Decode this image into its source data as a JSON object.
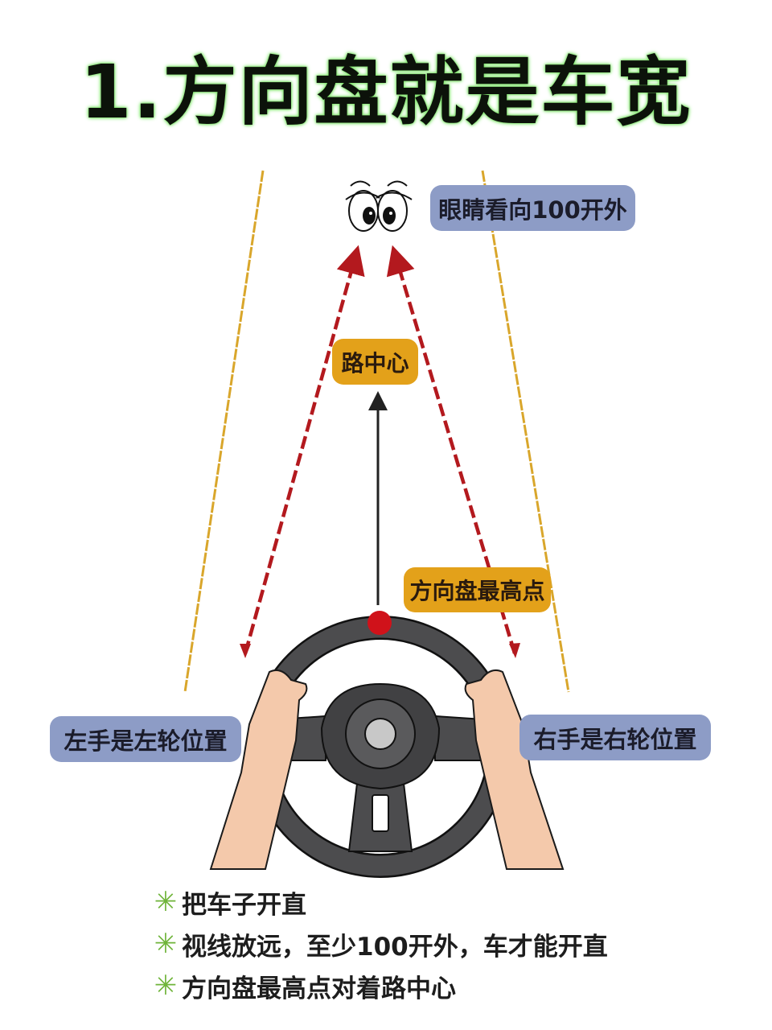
{
  "title": "1.方向盘就是车宽",
  "labels": {
    "eyes_target": "眼睛看向100开外",
    "road_center": "路中心",
    "wheel_top": "方向盘最高点",
    "left_hand": "左手是左轮位置",
    "right_hand": "右手是右轮位置"
  },
  "icons": {
    "eyes": "cartoon-eyes",
    "steering_wheel": "steering-wheel",
    "hands": "hands-on-wheel",
    "bullet": "green-asterisk"
  },
  "bullets": [
    {
      "marker": "✳",
      "text": "把车子开直"
    },
    {
      "marker": "✳",
      "text": "视线放远，至少100开外，车才能开直"
    },
    {
      "marker": "✳",
      "text": "方向盘最高点对着路中心"
    }
  ],
  "colors": {
    "title_glow": "#7ee06a",
    "blue_label": "#8d9cc6",
    "orange_label": "#e3a11a",
    "red_arrow": "#b3191e",
    "lane_line": "#d9a62b",
    "wheel": "#4a4a4c",
    "top_dot": "#d0121a",
    "bullet_green": "#6fb43a"
  }
}
